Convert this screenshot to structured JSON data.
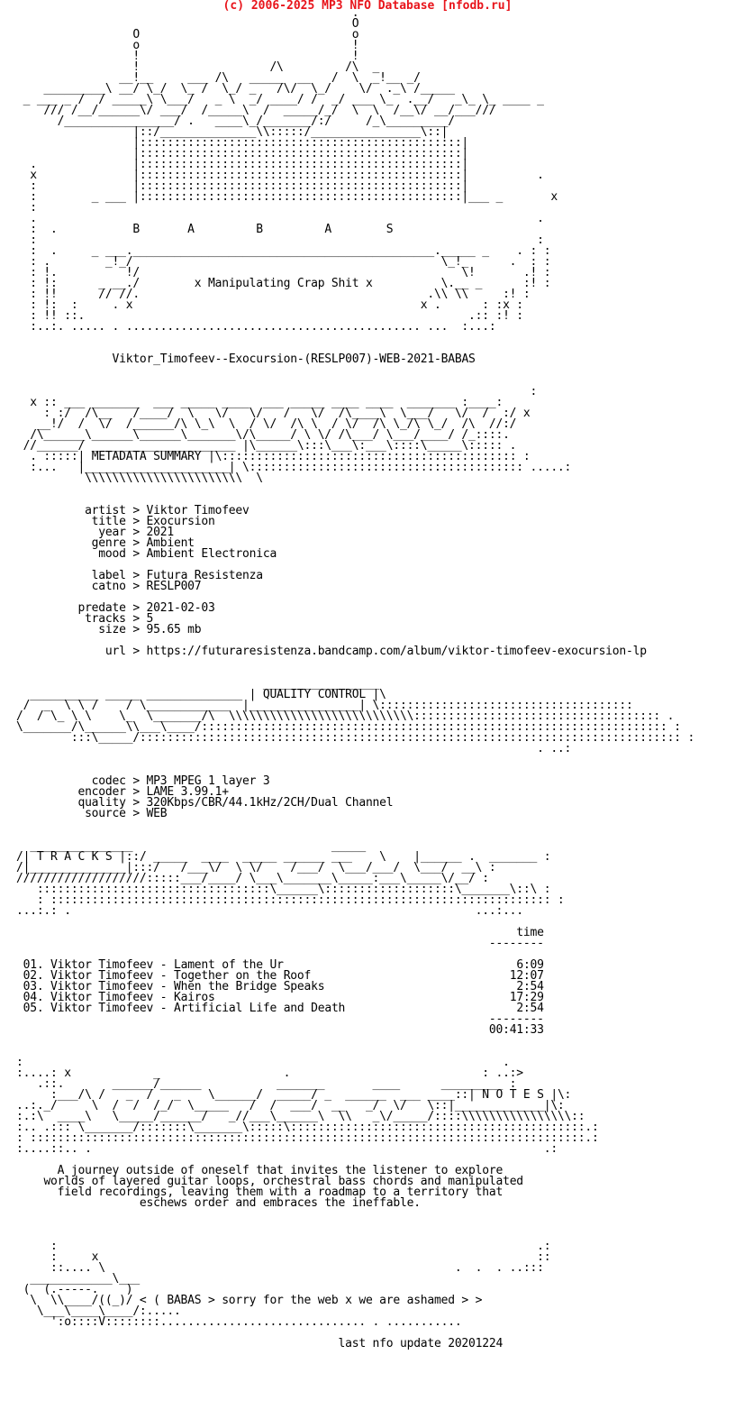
{
  "header": {
    "link_text": "(c) 2006-2025 MP3 NFO Database [nfodb.ru]"
  },
  "release": {
    "name": "Viktor_Timofeev--Exocursion-(RESLP007)-WEB-2021-BABAS",
    "group_letters": "B       A         B         A        S",
    "group_motto": "x Manipulating Crap Shit x"
  },
  "sections": {
    "metadata": "METADATA SUMMARY",
    "quality": "QUALITY CONTROL",
    "tracks": "T R A C K S",
    "notes": "N O T E S"
  },
  "metadata": {
    "artist": "Viktor Timofeev",
    "title": "Exocursion",
    "year": "2021",
    "genre": "Ambient",
    "mood": "Ambient Electronica",
    "label": "Futura Resistenza",
    "catno": "RESLP007",
    "predate": "2021-02-03",
    "tracks": "5",
    "size": "95.65 mb",
    "url": "https://futuraresistenza.bandcamp.com/album/viktor-timofeev-exocursion-lp"
  },
  "quality": {
    "codec": "MP3 MPEG 1 layer 3",
    "encoder": "LAME 3.99.1+",
    "quality": "320Kbps/CBR/44.1kHz/2CH/Dual Channel",
    "source": "WEB"
  },
  "tracklist": {
    "time_header": "time",
    "items": [
      {
        "no": "01.",
        "artist": "Viktor Timofeev",
        "title": "Lament of the Ur",
        "time": "6:09"
      },
      {
        "no": "02.",
        "artist": "Viktor Timofeev",
        "title": "Together on the Roof",
        "time": "12:07"
      },
      {
        "no": "03.",
        "artist": "Viktor Timofeev",
        "title": "When the Bridge Speaks",
        "time": "2:54"
      },
      {
        "no": "04.",
        "artist": "Viktor Timofeev",
        "title": "Kairos",
        "time": "17:29"
      },
      {
        "no": "05.",
        "artist": "Viktor Timofeev",
        "title": "Artificial Life and Death",
        "time": "2:54"
      }
    ],
    "total": "00:41:33"
  },
  "notes": {
    "lines": [
      "A journey outside of oneself that invites the listener to explore",
      "worlds of layered guitar loops, orchestral bass chords and manipulated",
      "field recordings, leaving them with a roadmap to a territory that",
      "eschews order and embraces the ineffable."
    ]
  },
  "footer": {
    "message": "< ( BABAS > sorry for the web x we are ashamed > >",
    "last_update": "last nfo update 20201224"
  }
}
